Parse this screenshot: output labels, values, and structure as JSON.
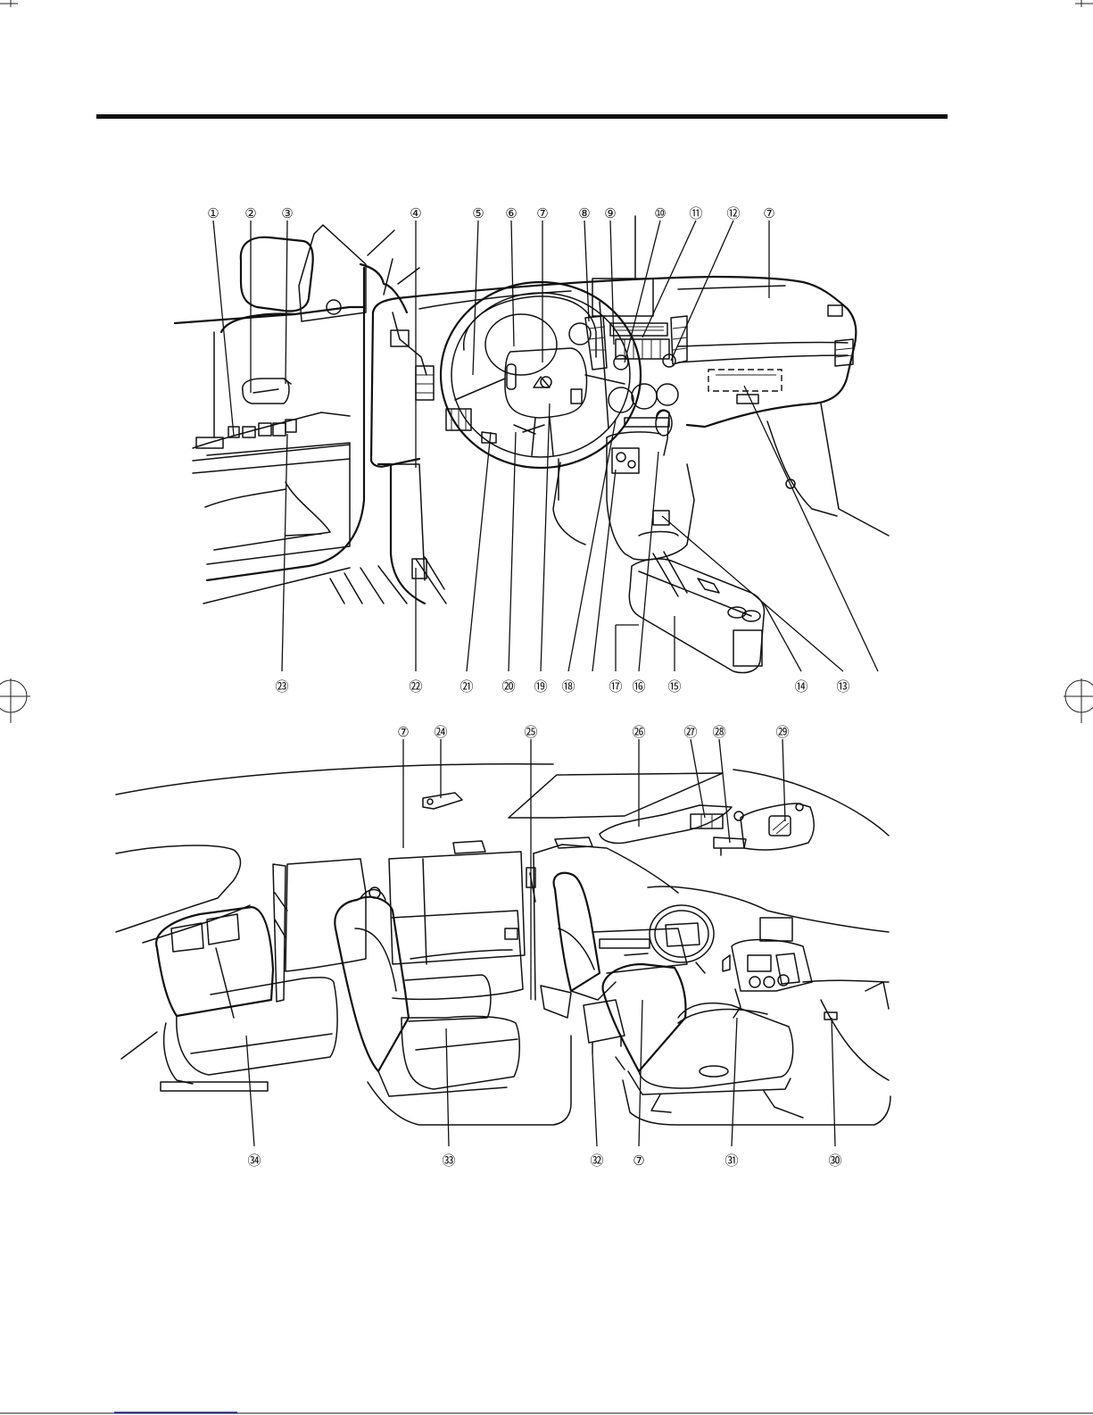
{
  "figure": {
    "dashboard_callouts_top": [
      {
        "id": "c1",
        "label": "①"
      },
      {
        "id": "c2",
        "label": "②"
      },
      {
        "id": "c3",
        "label": "③"
      },
      {
        "id": "c4",
        "label": "④"
      },
      {
        "id": "c5",
        "label": "⑤"
      },
      {
        "id": "c6",
        "label": "⑥"
      },
      {
        "id": "c7a",
        "label": "⑦"
      },
      {
        "id": "c8",
        "label": "⑧"
      },
      {
        "id": "c9",
        "label": "⑨"
      },
      {
        "id": "c10",
        "label": "⑩"
      },
      {
        "id": "c11",
        "label": "⑪"
      },
      {
        "id": "c12",
        "label": "⑫"
      },
      {
        "id": "c7b",
        "label": "⑦"
      }
    ],
    "dashboard_callouts_bottom": [
      {
        "id": "c23",
        "label": "㉓"
      },
      {
        "id": "c22",
        "label": "㉒"
      },
      {
        "id": "c21",
        "label": "㉑"
      },
      {
        "id": "c20",
        "label": "⑳"
      },
      {
        "id": "c19",
        "label": "⑲"
      },
      {
        "id": "c18",
        "label": "⑱"
      },
      {
        "id": "c17",
        "label": "⑰"
      },
      {
        "id": "c16",
        "label": "⑯"
      },
      {
        "id": "c15",
        "label": "⑮"
      },
      {
        "id": "c14",
        "label": "⑭"
      },
      {
        "id": "c13",
        "label": "⑬"
      }
    ],
    "cabin_callouts_top": [
      {
        "id": "c7c",
        "label": "⑦"
      },
      {
        "id": "c24",
        "label": "㉔"
      },
      {
        "id": "c25",
        "label": "㉕"
      },
      {
        "id": "c26",
        "label": "㉖"
      },
      {
        "id": "c27",
        "label": "㉗"
      },
      {
        "id": "c28",
        "label": "㉘"
      },
      {
        "id": "c29",
        "label": "㉙"
      }
    ],
    "cabin_callouts_bottom": [
      {
        "id": "c34",
        "label": "㉞"
      },
      {
        "id": "c33",
        "label": "㉝"
      },
      {
        "id": "c32",
        "label": "㉜"
      },
      {
        "id": "c7d",
        "label": "⑦"
      },
      {
        "id": "c31",
        "label": "㉛"
      },
      {
        "id": "c30",
        "label": "㉚"
      }
    ]
  },
  "colors": {
    "ink": "#111111",
    "paper": "#ffffff",
    "footer_link": "#1a1adc"
  }
}
